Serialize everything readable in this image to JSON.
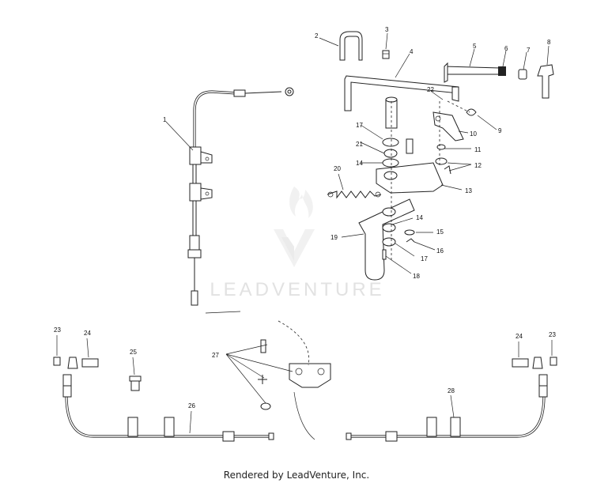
{
  "diagram": {
    "callouts": [
      "1",
      "2",
      "3",
      "4",
      "5",
      "6",
      "7",
      "8",
      "9",
      "10",
      "11",
      "12",
      "13",
      "14",
      "15",
      "16",
      "17",
      "18",
      "19",
      "20",
      "21",
      "22",
      "23",
      "24",
      "25",
      "26",
      "27",
      "28"
    ],
    "callout_labels": {
      "c1": "1",
      "c2": "2",
      "c3": "3",
      "c4": "4",
      "c5": "5",
      "c6": "6",
      "c7": "7",
      "c8": "8",
      "c9": "9",
      "c10": "10",
      "c11": "11",
      "c12": "12",
      "c13": "13",
      "c14a": "14",
      "c14b": "14",
      "c15": "15",
      "c16": "16",
      "c17a": "17",
      "c17b": "17",
      "c18": "18",
      "c19": "19",
      "c20": "20",
      "c21": "21",
      "c22": "22",
      "c23a": "23",
      "c23b": "23",
      "c24a": "24",
      "c24b": "24",
      "c25": "25",
      "c26": "26",
      "c27": "27",
      "c28": "28"
    }
  },
  "watermark": {
    "text": "LEADVENTURE"
  },
  "footer": {
    "text": "Rendered by LeadVenture, Inc."
  }
}
